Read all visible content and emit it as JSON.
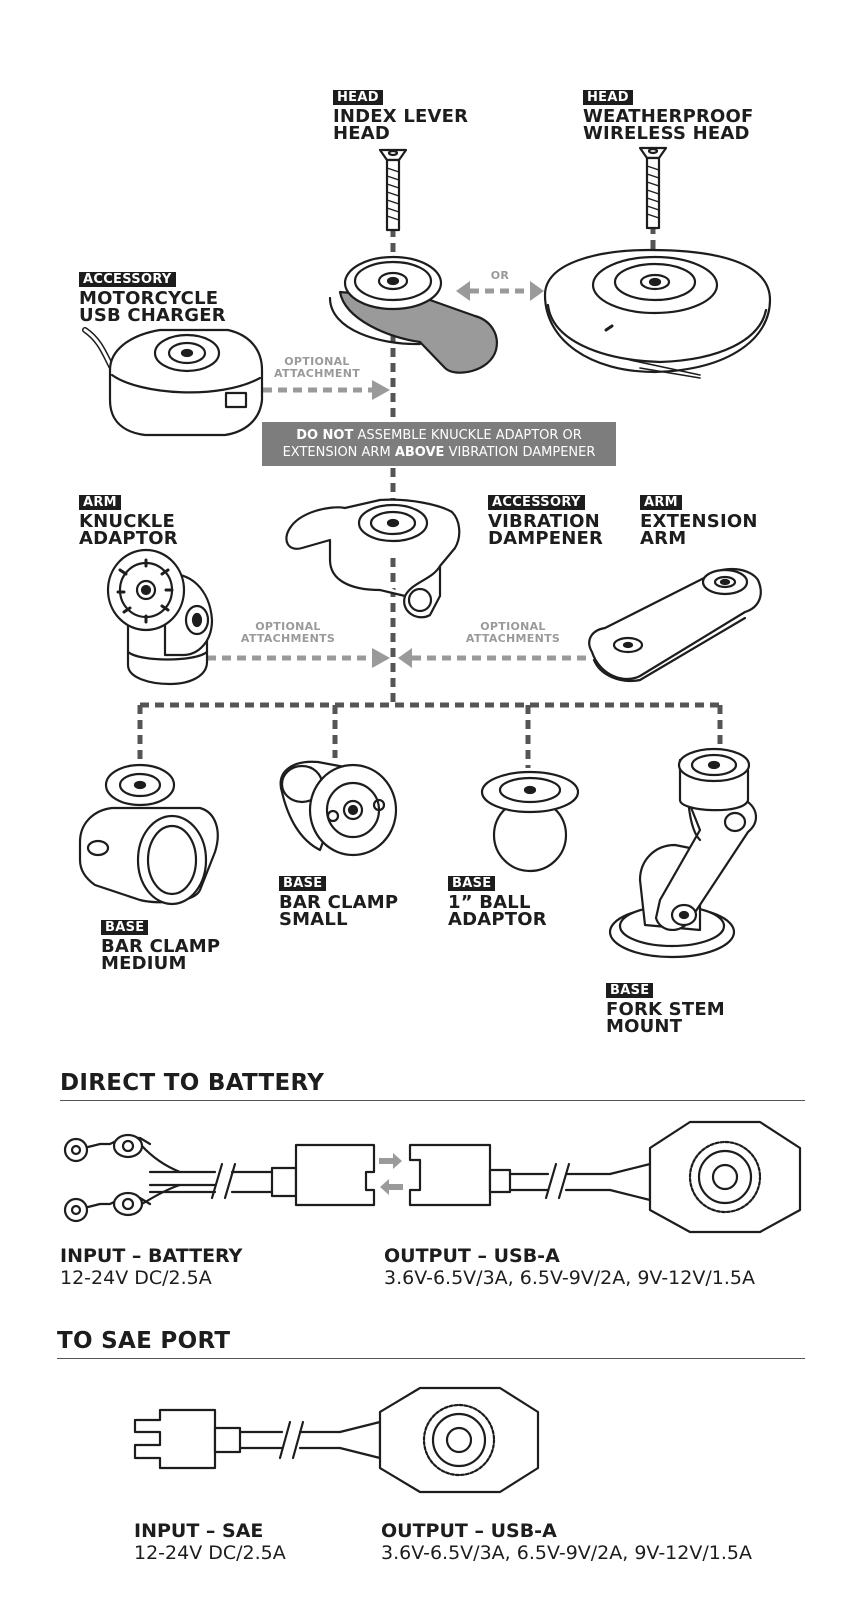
{
  "components": {
    "head_index": {
      "tag": "HEAD",
      "line1": "INDEX LEVER",
      "line2": "HEAD"
    },
    "head_weather": {
      "tag": "HEAD",
      "line1": "WEATHERPROOF",
      "line2": "WIRELESS HEAD"
    },
    "usb_charger": {
      "tag": "ACCESSORY",
      "line1": "MOTORCYCLE",
      "line2": "USB CHARGER"
    },
    "knuckle": {
      "tag": "ARM",
      "line1": "KNUCKLE",
      "line2": "ADAPTOR"
    },
    "vibration": {
      "tag": "ACCESSORY",
      "line1": "VIBRATION",
      "line2": "DAMPENER"
    },
    "extension": {
      "tag": "ARM",
      "line1": "EXTENSION",
      "line2": "ARM"
    },
    "bar_medium": {
      "tag": "BASE",
      "line1": "BAR CLAMP",
      "line2": "MEDIUM"
    },
    "bar_small": {
      "tag": "BASE",
      "line1": "BAR CLAMP",
      "line2": "SMALL"
    },
    "ball": {
      "tag": "BASE",
      "line1": "1” BALL",
      "line2": "ADAPTOR"
    },
    "fork": {
      "tag": "BASE",
      "line1": "FORK STEM",
      "line2": "MOUNT"
    }
  },
  "annotations": {
    "or": "OR",
    "optional1_a": "OPTIONAL",
    "optional1_b": "ATTACHMENT",
    "optional2_a": "OPTIONAL",
    "optional2_b": "ATTACHMENTS",
    "optional3_a": "OPTIONAL",
    "optional3_b": "ATTACHMENTS"
  },
  "warning": {
    "p1": "DO NOT",
    "p2": " ASSEMBLE  KNUCKLE ADAPTOR OR",
    "p3": "EXTENSION ARM ",
    "p4": "ABOVE",
    "p5": " VIBRATION DAMPENER"
  },
  "battery": {
    "title": "DIRECT TO BATTERY",
    "input_title": "INPUT – BATTERY",
    "input_value": "12-24V DC/2.5A",
    "output_title": "OUTPUT – USB-A",
    "output_value": "3.6V-6.5V/3A, 6.5V-9V/2A, 9V-12V/1.5A"
  },
  "sae": {
    "title": "TO SAE PORT",
    "input_title": "INPUT – SAE",
    "input_value": "12-24V DC/2.5A",
    "output_title": "OUTPUT – USB-A",
    "output_value": "3.6V-6.5V/3A, 6.5V-9V/2A, 9V-12V/1.5A"
  },
  "colors": {
    "ink": "#1d1d1d",
    "grey_arrow": "#9a9a9a",
    "warning_bg": "#7d7d7d",
    "dash": "#555555"
  }
}
